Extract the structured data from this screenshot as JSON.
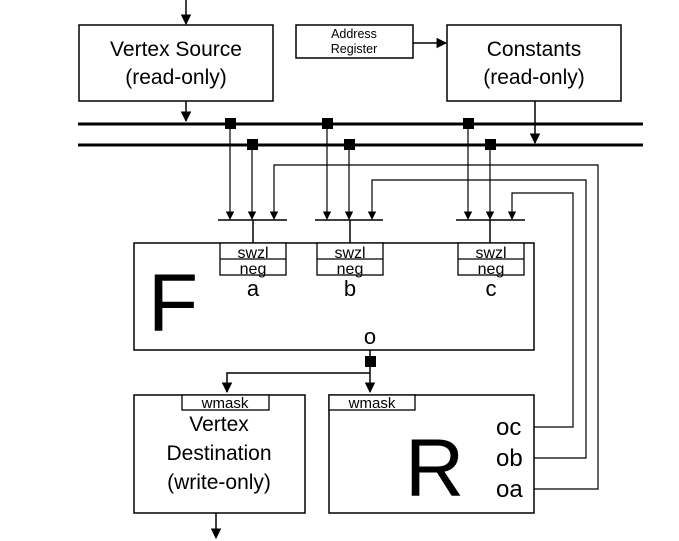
{
  "blocks": {
    "vertex_source": {
      "line1": "Vertex Source",
      "line2": "(read-only)"
    },
    "address_register": {
      "line1": "Address",
      "line2": "Register"
    },
    "constants": {
      "line1": "Constants",
      "line2": "(read-only)"
    },
    "function_unit": {
      "label": "F",
      "modifier_top": "swzl",
      "modifier_bottom": "neg",
      "inputs": [
        "a",
        "b",
        "c"
      ],
      "output": "o"
    },
    "vertex_destination": {
      "mask": "wmask",
      "line1": "Vertex",
      "line2": "Destination",
      "line3": "(write-only)"
    },
    "registers": {
      "mask": "wmask",
      "label": "R",
      "outputs": [
        "oc",
        "ob",
        "oa"
      ]
    }
  }
}
